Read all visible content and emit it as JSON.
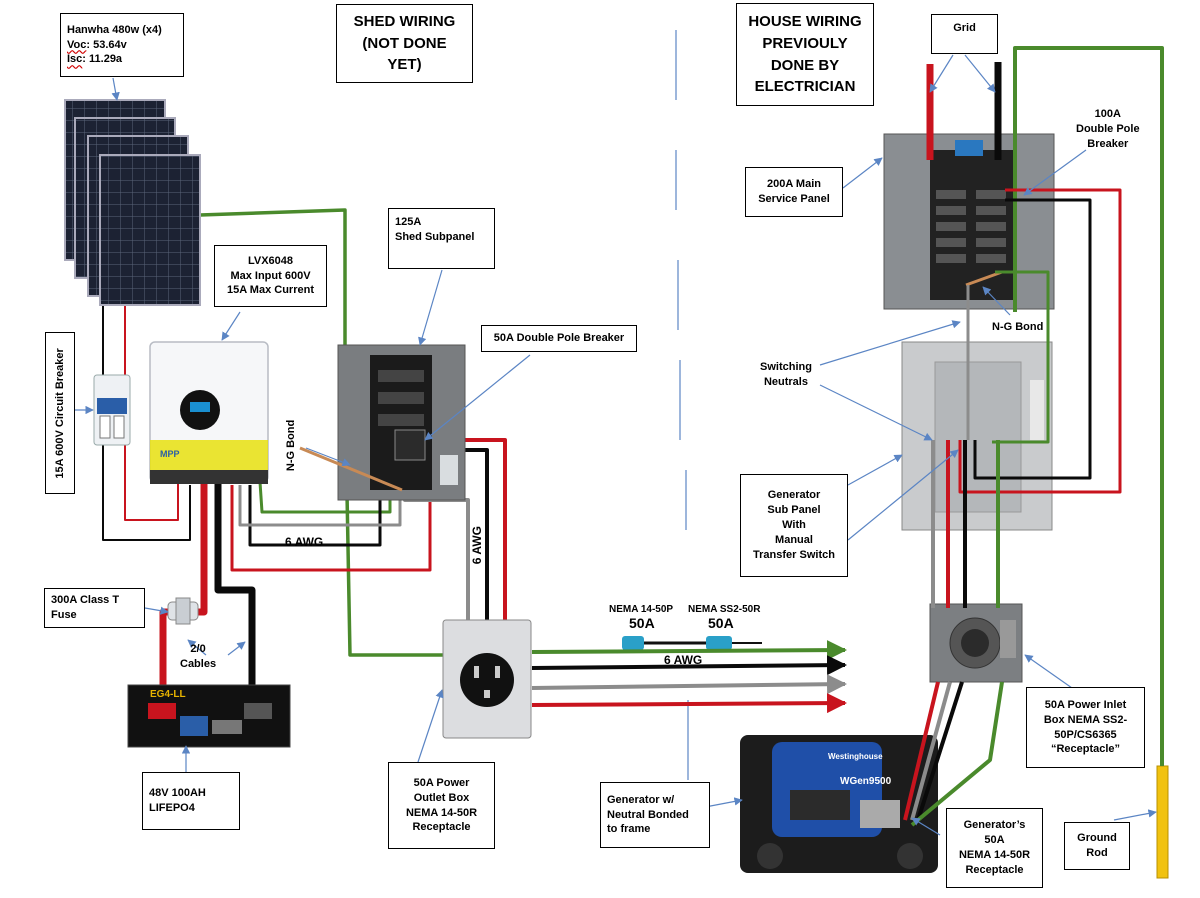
{
  "titles": {
    "shed": [
      "SHED WIRING",
      "(NOT DONE",
      "YET)"
    ],
    "house": [
      "HOUSE WIRING",
      "PREVIOULY",
      "DONE BY",
      "ELECTRICIAN"
    ]
  },
  "solar": {
    "line1": "Hanwha 480w (x4)",
    "voc_key": "Voc",
    "voc_val": ": 53.64v",
    "isc_key": "Isc",
    "isc_val": ": 11.29a"
  },
  "labels": {
    "inverter": [
      "LVX6048",
      "Max Input 600V",
      "15A Max Current"
    ],
    "breaker_15a": "15A 600V Circuit Breaker",
    "subpanel": [
      "125A",
      "Shed Subpanel"
    ],
    "dp_breaker_50a": "50A Double Pole Breaker",
    "ng_bond_shed": "N-G Bond",
    "awg_6_horizontal": "6 AWG",
    "awg_6_vertical": "6 AWG",
    "fuse": [
      "300A Class T",
      "Fuse"
    ],
    "cables": [
      "2/0",
      "Cables"
    ],
    "battery": [
      "48V 100AH",
      "LIFEPO4"
    ],
    "outlet_box": [
      "50A Power",
      "Outlet Box",
      "NEMA 14-50R",
      "Receptacle"
    ],
    "cord_left_type": "NEMA 14-50P",
    "cord_left_amp": "50A",
    "cord_right_type": "NEMA SS2-50R",
    "cord_right_amp": "50A",
    "awg_6_cord": "6 AWG",
    "grid": "Grid",
    "main_panel": [
      "200A Main",
      "Service Panel"
    ],
    "dp_breaker_100a": [
      "100A",
      "Double Pole",
      "Breaker"
    ],
    "ng_bond_house": "N-G Bond",
    "switching_neutrals": [
      "Switching",
      "Neutrals"
    ],
    "gen_subpanel": [
      "Generator",
      "Sub Panel",
      "With",
      "Manual",
      "Transfer Switch"
    ],
    "inlet_box": [
      "50A Power Inlet",
      "Box NEMA SS2-",
      "50P/CS6365",
      "“Receptacle”"
    ],
    "generator_bond": [
      "Generator w/",
      "Neutral Bonded",
      "to frame"
    ],
    "gen_receptacle": [
      "Generator’s",
      "50A",
      "NEMA 14-50R",
      "Receptacle"
    ],
    "ground_rod": [
      "Ground",
      "Rod"
    ]
  },
  "device_text": {
    "battery_brand": "EG4-LL",
    "generator_brand": "Westinghouse",
    "generator_model": "WGen9500",
    "inverter_brand": "MPP"
  },
  "colors": {
    "hot_red": "#c8141e",
    "hot_black": "#0a0a0a",
    "neutral_gray": "#8c8c8c",
    "ground_green": "#4a8a2c",
    "solar_blue": "#1c2233",
    "callout_blue": "#5b85c4"
  }
}
